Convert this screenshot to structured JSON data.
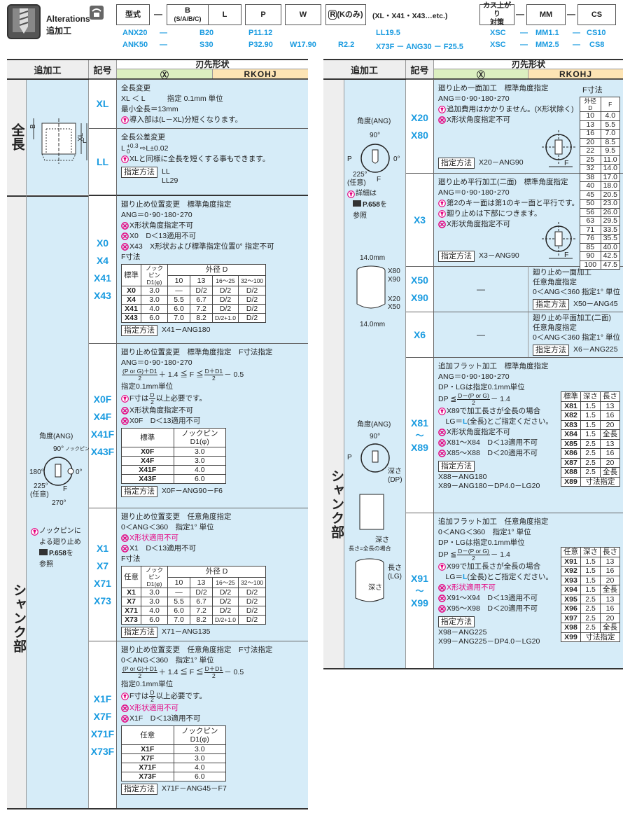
{
  "header": {
    "title_en": "Alterations",
    "title_ja": "追加工",
    "boxes": {
      "model": "型式",
      "b": "B",
      "b_sub": "(S/A/B/C)",
      "l": "L",
      "p": "P",
      "w": "W",
      "r": "R",
      "r_sub": "(Kのみ)",
      "alt": "(XL・X41・X43…etc.)",
      "slug1": "カス上がり",
      "slug2": "対策",
      "mm": "MM",
      "cs": "CS",
      "dash": "—"
    },
    "ex1": {
      "model": "ANX20",
      "d1": "—",
      "b": "B20",
      "p": "P11.12",
      "alt": "LL19.5",
      "slug": "XSC",
      "d2": "—",
      "mm": "MM1.1",
      "d3": "—",
      "cs": "CS10"
    },
    "ex2": {
      "model": "ANK50",
      "d1": "—",
      "b": "S30",
      "p": "P32.90",
      "w": "W17.90",
      "r": "R2.2",
      "alt": "X73F － ANG30 － F25.5",
      "slug": "XSC",
      "d2": "—",
      "mm": "MM2.5",
      "d3": "—",
      "cs": "CS8"
    }
  },
  "table_header": {
    "alter": "追加工",
    "code": "記号",
    "shape": "刃先形状",
    "shape_x": "Ⓧ",
    "shape_r": "RKOHJ"
  },
  "colors": {
    "code_blue": "#1a9be0",
    "cell_blue": "#d6ecf8",
    "warn_pink": "#e4007f",
    "x_green": "#dcefc0",
    "r_orange": "#fde4b4"
  },
  "left": {
    "categories": [
      "全長",
      "シャンク部"
    ],
    "image_full": {
      "b": "B",
      "xl": "XL",
      "l": "L"
    },
    "image_shank": {
      "title": "角度(ANG)",
      "a90": "90°",
      "knock": "ノックピン径",
      "a180": "180°",
      "a0": "0°",
      "a225": "225°",
      "any": "(任意)",
      "f": "F",
      "a270": "270°",
      "note1": "ノックピンに",
      "note2": "よる廻り止め",
      "note_page": "P.658",
      "note_wo": "を",
      "note3": "参照"
    },
    "rows": [
      {
        "codes": [
          "XL"
        ],
        "lines": [
          {
            "text": "全長変更"
          },
          {
            "text": "XL ＜ L　　　指定 0.1mm 単位"
          },
          {
            "text": "最小全長＝13mm"
          },
          {
            "icon": "warn",
            "text": "導入部は(L－XL)分短くなります。"
          }
        ]
      },
      {
        "codes": [
          "LL"
        ],
        "lines": [
          {
            "text": "全長公差変更"
          },
          {
            "parts": [
              "L",
              {
                "sup": "+0.3",
                "sub": "0"
              },
              "⇨L±0.02"
            ]
          },
          {
            "icon": "warn",
            "text": "XLと同様に全長を短くする事もできます。"
          }
        ],
        "spec": {
          "label": "指定方法",
          "values": [
            "LL",
            "LL29"
          ]
        }
      },
      {
        "codes": [
          "X0",
          "X4",
          "X41",
          "X43"
        ],
        "lines": [
          {
            "text": "廻り止め位置変更　標準角度指定"
          },
          {
            "text": "ANG＝0･90･180･270"
          },
          {
            "icon": "ng",
            "text": "X形状角度指定不可"
          },
          {
            "icon": "ng",
            "text": "X0　D＜13適用不可"
          },
          {
            "icon": "ng",
            "text": "X43　X形状および標準指定位置0° 指定不可"
          },
          {
            "text": "F寸法"
          }
        ],
        "table": {
          "h1": [
            "標準",
            "ノックピン D1(φ)",
            "外径 D"
          ],
          "h2": [
            "10",
            "13",
            "16～25",
            "32～100"
          ],
          "rows": [
            [
              "X0",
              "3.0",
              "—",
              "D/2",
              "D/2",
              "D/2"
            ],
            [
              "X4",
              "3.0",
              "5.5",
              "6.7",
              "D/2",
              "D/2"
            ],
            [
              "X41",
              "4.0",
              "6.0",
              "7.2",
              "D/2",
              "D/2"
            ],
            [
              "X43",
              "6.0",
              "7.0",
              "8.2",
              "D/2+1.0",
              "D/2"
            ]
          ]
        },
        "spec": {
          "label": "指定方法",
          "values": [
            "X41－ANG180"
          ]
        }
      },
      {
        "codes": [
          "X0F",
          "X4F",
          "X41F",
          "X43F"
        ],
        "lines": [
          {
            "text": "廻り止め位置変更　標準角度指定　F寸法指定"
          },
          {
            "text": "ANG＝0･90･180･270"
          },
          {
            "parts": [
              {
                "num": "(P or G)＋D1",
                "den": "2"
              },
              "＋ 1.4 ≦ F ≦",
              {
                "num": "D＋D1",
                "den": "2"
              },
              "－ 0.5"
            ]
          },
          {
            "text": "指定0.1mm単位"
          },
          {
            "icon": "warn",
            "parts": [
              "F寸は",
              {
                "num": "D",
                "den": "2"
              },
              "以上必要です。"
            ]
          },
          {
            "icon": "ng",
            "text": "X形状角度指定不可"
          },
          {
            "icon": "ng",
            "text": "X0F　D＜13適用不可"
          }
        ],
        "table2": {
          "h": [
            "標準",
            "ノックピン D1(φ)"
          ],
          "rows": [
            [
              "X0F",
              "3.0"
            ],
            [
              "X4F",
              "3.0"
            ],
            [
              "X41F",
              "4.0"
            ],
            [
              "X43F",
              "6.0"
            ]
          ]
        },
        "spec": {
          "label": "指定方法",
          "values": [
            "X0F－ANG90－F6"
          ]
        }
      },
      {
        "codes": [
          "X1",
          "X7",
          "X71",
          "X73"
        ],
        "lines": [
          {
            "text": "廻り止め位置変更　任意角度指定"
          },
          {
            "text": "0＜ANG＜360　指定1° 単位"
          },
          {
            "icon": "ng",
            "text": "X形状適用不可",
            "pink": true
          },
          {
            "icon": "ng",
            "text": "X1　D＜13適用不可"
          },
          {
            "text": "F寸法"
          }
        ],
        "table": {
          "h1": [
            "任意",
            "ノックピン D1(φ)",
            "外径 D"
          ],
          "h2": [
            "10",
            "13",
            "16～25",
            "32～100"
          ],
          "rows": [
            [
              "X1",
              "3.0",
              "—",
              "D/2",
              "D/2",
              "D/2"
            ],
            [
              "X7",
              "3.0",
              "5.5",
              "6.7",
              "D/2",
              "D/2"
            ],
            [
              "X71",
              "4.0",
              "6.0",
              "7.2",
              "D/2",
              "D/2"
            ],
            [
              "X73",
              "6.0",
              "7.0",
              "8.2",
              "D/2+1.0",
              "D/2"
            ]
          ]
        },
        "spec": {
          "label": "指定方法",
          "values": [
            "X71－ANG135"
          ]
        }
      },
      {
        "codes": [
          "X1F",
          "X7F",
          "X71F",
          "X73F"
        ],
        "lines": [
          {
            "text": "廻り止め位置変更　任意角度指定　F寸法指定"
          },
          {
            "text": "0＜ANG＜360　指定1° 単位"
          },
          {
            "parts": [
              {
                "num": "(P or G)＋D1",
                "den": "2"
              },
              "＋ 1.4 ≦ F ≦",
              {
                "num": "D＋D1",
                "den": "2"
              },
              "－ 0.5"
            ]
          },
          {
            "text": "指定0.1mm単位"
          },
          {
            "icon": "warn",
            "parts": [
              "F寸は",
              {
                "num": "D",
                "den": "2"
              },
              "以上必要です。"
            ]
          },
          {
            "icon": "ng",
            "text": "X形状適用不可",
            "pink": true
          },
          {
            "icon": "ng",
            "text": "X1F　D＜13適用不可"
          }
        ],
        "table2": {
          "h": [
            "任意",
            "ノックピン D1(φ)"
          ],
          "rows": [
            [
              "X1F",
              "3.0"
            ],
            [
              "X7F",
              "3.0"
            ],
            [
              "X71F",
              "4.0"
            ],
            [
              "X73F",
              "6.0"
            ]
          ]
        },
        "spec": {
          "label": "指定方法",
          "values": [
            "X71F－ANG45－F7"
          ]
        }
      }
    ]
  },
  "right": {
    "category": "シャンク部",
    "image_top": {
      "title": "角度(ANG)",
      "a90": "90°",
      "a0": "0°",
      "p": "P",
      "a225": "225°",
      "any": "(任意)",
      "f": "F",
      "note1": "詳細は",
      "note_page": "P.658",
      "note_wo": "を",
      "note2": "参照",
      "dim1": "14.0mm",
      "x80": "X80",
      "x90": "X90",
      "x20": "X20",
      "x50": "X50",
      "dim2": "14.0mm"
    },
    "image_bottom": {
      "title": "角度(ANG)",
      "a90": "90°",
      "p": "P",
      "depth": "深さ",
      "dp": "(DP)",
      "depth2": "深さ",
      "full": "長さ=全長の場合",
      "len": "長さ",
      "lg": "(LG)",
      "depth3": "深さ"
    },
    "f_table": {
      "title": "F寸法",
      "h": [
        "外径D",
        "F"
      ],
      "rows": [
        [
          "10",
          "4.0"
        ],
        [
          "13",
          "5.5"
        ],
        [
          "16",
          "7.0"
        ],
        [
          "20",
          "8.5"
        ],
        [
          "22",
          "9.5"
        ],
        [
          "25",
          "11.0"
        ],
        [
          "32",
          "14.0"
        ],
        [
          "38",
          "17.0"
        ],
        [
          "40",
          "18.0"
        ],
        [
          "45",
          "20.5"
        ],
        [
          "50",
          "23.0"
        ],
        [
          "56",
          "26.0"
        ],
        [
          "63",
          "29.5"
        ],
        [
          "71",
          "33.5"
        ],
        [
          "76",
          "35.5"
        ],
        [
          "85",
          "40.0"
        ],
        [
          "90",
          "42.5"
        ],
        [
          "100",
          "47.5"
        ]
      ]
    },
    "rows": [
      {
        "codes": [
          "X20",
          "X80"
        ],
        "lines": [
          {
            "text": "廻り止め一面加工　標準角度指定"
          },
          {
            "text": "ANG＝0･90･180･270"
          },
          {
            "icon": "warn",
            "text": "追加費用はかかりません。(X形状除く)"
          },
          {
            "icon": "ng",
            "text": "X形状角度指定不可"
          }
        ],
        "spec": {
          "label": "指定方法",
          "values": [
            "X20－ANG90"
          ]
        },
        "fig": {
          "f": "F"
        }
      },
      {
        "codes": [
          "X3"
        ],
        "lines": [
          {
            "text": "廻り止め平行加工(二面)　標準角度指定"
          },
          {
            "text": "ANG＝0･90･180･270"
          },
          {
            "icon": "warn",
            "text": "第2のキー面は第1のキー面と平行です。"
          },
          {
            "icon": "warn",
            "text": "廻り止めは下部につきます。"
          },
          {
            "icon": "ng",
            "text": "X形状角度指定不可"
          }
        ],
        "spec": {
          "label": "指定方法",
          "values": [
            "X3－ANG90"
          ]
        },
        "fig": {
          "f": "F"
        }
      },
      {
        "codes": [
          "X50",
          "X90"
        ],
        "dash": "—",
        "lines": [
          {
            "text": "廻り止め一面加工"
          },
          {
            "text": "任意角度指定"
          },
          {
            "text": "0＜ANG＜360 指定1° 単位"
          }
        ],
        "spec": {
          "label": "指定方法",
          "values": [
            "X50－ANG45"
          ]
        }
      },
      {
        "codes": [
          "X6"
        ],
        "dash": "—",
        "lines": [
          {
            "text": "廻り止め平面加工(二面)"
          },
          {
            "text": "任意角度指定"
          },
          {
            "text": "0＜ANG＜360 指定1° 単位"
          }
        ],
        "spec": {
          "label": "指定方法",
          "values": [
            "X6－ANG225"
          ]
        }
      },
      {
        "codes": [
          "X81",
          "～",
          "X89"
        ],
        "lines": [
          {
            "text": "追加フラット加工　標準角度指定"
          },
          {
            "text": "ANG＝0･90･180･270"
          },
          {
            "text": "DP・LGは指定0.1mm単位"
          },
          {
            "parts": [
              "DP ≦",
              {
                "num": "D－(P or G)",
                "den": "2"
              },
              "－ 1.4"
            ]
          },
          {
            "icon": "warn",
            "text": "X89で加工長さが全長の場合"
          },
          {
            "parts": [
              "　LG＝",
              {
                "blue": "L"
              },
              "(全長)とご指定ください。"
            ]
          },
          {
            "icon": "ng",
            "text": "X形状角度指定不可"
          },
          {
            "icon": "ng",
            "text": "X81～X84　D＜13適用不可"
          },
          {
            "icon": "ng",
            "text": "X85～X88　D＜20適用不可"
          }
        ],
        "dtable": {
          "h": [
            "標準",
            "深さ",
            "長さ"
          ],
          "rows": [
            [
              "X81",
              "1.5",
              "13"
            ],
            [
              "X82",
              "1.5",
              "16"
            ],
            [
              "X83",
              "1.5",
              "20"
            ],
            [
              "X84",
              "1.5",
              "全長"
            ],
            [
              "X85",
              "2.5",
              "13"
            ],
            [
              "X86",
              "2.5",
              "16"
            ],
            [
              "X87",
              "2.5",
              "20"
            ],
            [
              "X88",
              "2.5",
              "全長"
            ],
            [
              "X89",
              "寸法指定"
            ]
          ]
        },
        "spec": {
          "label": "指定方法",
          "values": [
            "X88－ANG180",
            "X89－ANG180－DP4.0－LG20"
          ],
          "below": true
        }
      },
      {
        "codes": [
          "X91",
          "～",
          "X99"
        ],
        "lines": [
          {
            "text": "追加フラット加工　任意角度指定"
          },
          {
            "text": "0＜ANG＜360　指定1° 単位"
          },
          {
            "text": "DP・LGは指定0.1mm単位"
          },
          {
            "parts": [
              "DP ≦",
              {
                "num": "D－(P or G)",
                "den": "2"
              },
              "－ 1.4"
            ]
          },
          {
            "icon": "warn",
            "text": "X99で加工長さが全長の場合"
          },
          {
            "parts": [
              "　LG＝",
              {
                "blue": "L"
              },
              "(全長)とご指定ください。"
            ]
          },
          {
            "icon": "ng",
            "text": "X形状適用不可",
            "pink": true
          },
          {
            "icon": "ng",
            "text": "X91～X94　D＜13適用不可"
          },
          {
            "icon": "ng",
            "text": "X95～X98　D＜20適用不可"
          }
        ],
        "dtable": {
          "h": [
            "任意",
            "深さ",
            "長さ"
          ],
          "rows": [
            [
              "X91",
              "1.5",
              "13"
            ],
            [
              "X92",
              "1.5",
              "16"
            ],
            [
              "X93",
              "1.5",
              "20"
            ],
            [
              "X94",
              "1.5",
              "全長"
            ],
            [
              "X95",
              "2.5",
              "13"
            ],
            [
              "X96",
              "2.5",
              "16"
            ],
            [
              "X97",
              "2.5",
              "20"
            ],
            [
              "X98",
              "2.5",
              "全長"
            ],
            [
              "X99",
              "寸法指定"
            ]
          ]
        },
        "spec": {
          "label": "指定方法",
          "values": [
            "X98－ANG225",
            "X99－ANG225－DP4.0－LG20"
          ],
          "below": true
        }
      }
    ]
  }
}
